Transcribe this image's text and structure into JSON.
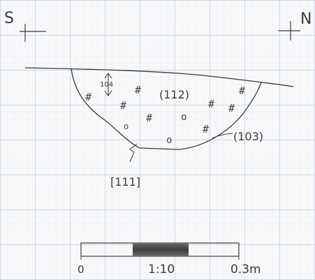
{
  "compass": {
    "left": "S",
    "right": "N"
  },
  "labels": {
    "fill_context": "(112)",
    "cut_context": "(103)",
    "sample": "104",
    "cut_number": "[111]"
  },
  "symbols": {
    "hash": "#",
    "stone": "o"
  },
  "scale": {
    "start": "0",
    "ratio": "1:10",
    "end": "0.3m"
  },
  "colors": {
    "grid_line": "#b8c4d6",
    "pencil": "#3a3a3a",
    "scale_fill": "#555555"
  }
}
